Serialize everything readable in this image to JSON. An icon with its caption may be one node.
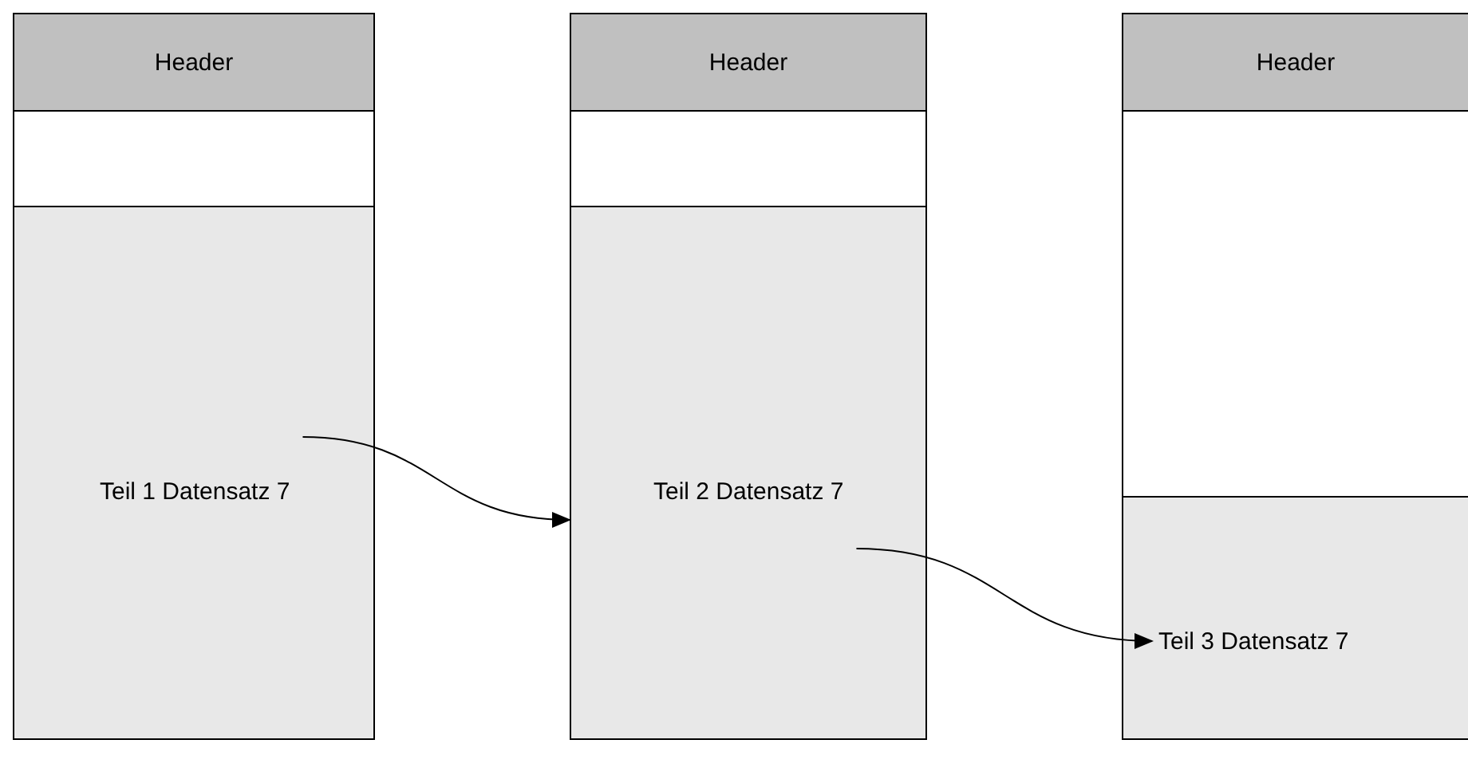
{
  "diagram": {
    "nodes": [
      {
        "text": [
          "Header"
        ]
      },
      {
        "text": [],
        "shape": "box"
      },
      {
        "text": [],
        "shape": "box"
      },
      {
        "text": [
          "Teil 1 Datensatz 7"
        ],
        "in": 2
      },
      {
        "text": [
          "Header"
        ]
      },
      {
        "text": [],
        "shape": "box"
      },
      {
        "text": [],
        "shape": "box"
      },
      {
        "text": [
          "Teil 2 Datensatz 7"
        ],
        "in": 6
      },
      {
        "text": [
          "Header"
        ]
      },
      {
        "text": [],
        "shape": "box"
      },
      {
        "text": [],
        "shape": "box"
      },
      {
        "text": [
          "Teil 3 Datensatz 7"
        ],
        "in": 10
      }
    ],
    "edges": [
      {
        "from": 3,
        "to": 6,
        "arrow": "to"
      },
      {
        "from": 7,
        "to": 11,
        "arrow": "to"
      }
    ]
  }
}
